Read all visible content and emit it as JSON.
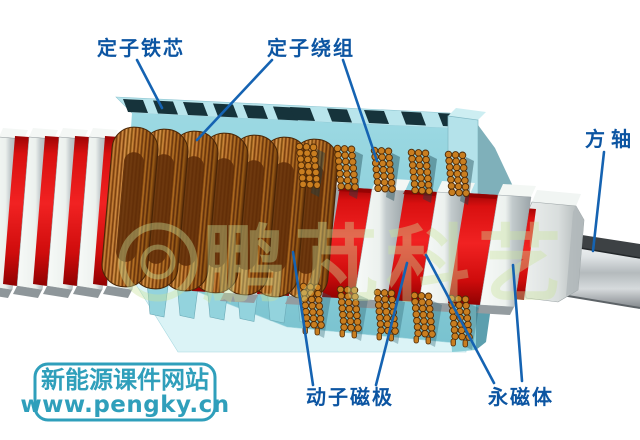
{
  "callouts": {
    "stator_core": "定子铁芯",
    "stator_winding": "定子绕组",
    "square_shaft": "方轴",
    "mover_pole": "动子磁极",
    "permanent_magnet": "永磁体"
  },
  "watermark": "鹏芃科艺",
  "logo": {
    "site_name": "新能源课件网站",
    "site_url": "www.pengky.cn"
  },
  "colors": {
    "background": "#ffffff",
    "label_text": "#0c55a2",
    "leader_line": "#1563b2",
    "logo_teal": "#2f9fbb",
    "stator_teal_front": "#8ccfd8",
    "stator_teal_top": "#b9e5ec",
    "stator_teal_bottom": "#dbf3f6",
    "coil_copper": "#b5651d",
    "magnet_red": "#e01212",
    "pole_white": "#eef2f0",
    "shaft_gray": "#b9bfc2",
    "slot_dark": "#16333b",
    "watermark_green": "#cbe49c"
  }
}
